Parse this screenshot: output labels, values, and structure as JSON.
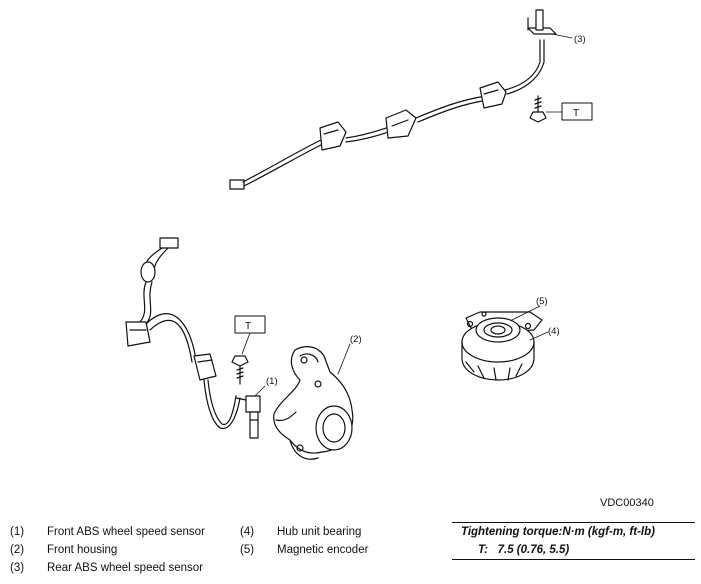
{
  "callouts": {
    "c1": "(1)",
    "c2": "(2)",
    "c3": "(3)",
    "c4": "(4)",
    "c5": "(5)",
    "tag_top": "T",
    "tag_mid": "T"
  },
  "figure_code": "VDC00340",
  "legend": {
    "left": [
      {
        "num": "(1)",
        "label": "Front ABS wheel speed sensor"
      },
      {
        "num": "(2)",
        "label": "Front housing"
      },
      {
        "num": "(3)",
        "label": "Rear ABS wheel speed sensor"
      }
    ],
    "right": [
      {
        "num": "(4)",
        "label": "Hub unit bearing"
      },
      {
        "num": "(5)",
        "label": "Magnetic encoder"
      }
    ]
  },
  "torque": {
    "heading": "Tightening torque:N·m (kgf-m, ft-lb)",
    "label": "T:",
    "value": "7.5 (0.76, 5.5)"
  }
}
